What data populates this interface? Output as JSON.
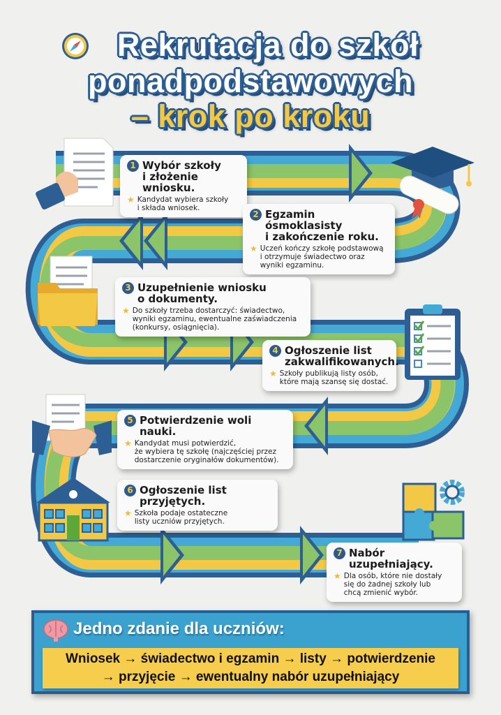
{
  "title": {
    "line1": "Rekrutacja do szkół",
    "line2": "ponadpodstawowych",
    "line3": "– krok po kroku",
    "icon": "compass-icon"
  },
  "colors": {
    "dark_blue": "#2d5f94",
    "light_blue": "#45a9d6",
    "green": "#8cc46a",
    "yellow": "#f3c845",
    "background": "#f0f0ee"
  },
  "steps": [
    {
      "number": "1",
      "title": "Wybór szkoły i złożenie wniosku.",
      "title_lines": [
        "Wybór szkoły",
        "i złożenie wniosku."
      ],
      "desc_lines": [
        "Kandydat wybiera szkoły",
        "i składa wniosek."
      ],
      "icon": "document-hand-icon"
    },
    {
      "number": "2",
      "title_lines": [
        "Egzamin ósmoklasisty",
        "i zakończenie roku."
      ],
      "desc_lines": [
        "Uczeń kończy szkołę podstawową",
        "i otrzymuje świadectwo oraz",
        "wyniki egzaminu."
      ],
      "icon": "graduation-cap-diploma-icon"
    },
    {
      "number": "3",
      "title_lines": [
        "Uzupełnienie wniosku",
        "o dokumenty."
      ],
      "desc_lines": [
        "Do szkoły trzeba dostarczyć: świadectwo,",
        "wyniki egzaminu, ewentualne zaświadczenia",
        "(konkursy, osiągnięcia)."
      ],
      "icon": "folder-icon"
    },
    {
      "number": "4",
      "title_lines": [
        "Ogłoszenie list",
        "zakwalifikowanych."
      ],
      "desc_lines": [
        "Szkoły publikują listy osób,",
        "które mają szansę się dostać."
      ],
      "icon": "checklist-clipboard-icon"
    },
    {
      "number": "5",
      "title_lines": [
        "Potwierdzenie woli nauki."
      ],
      "desc_lines": [
        "Kandydat musi potwierdzić,",
        "że wybiera tę szkołę (najczęściej przez",
        "dostarczenie oryginałów dokumentów)."
      ],
      "icon": "handshake-icon"
    },
    {
      "number": "6",
      "title_lines": [
        "Ogłoszenie list przyjętych."
      ],
      "desc_lines": [
        "Szkoła podaje ostateczne",
        "listy uczniów przyjętych."
      ],
      "icon": "school-building-icon"
    },
    {
      "number": "7",
      "title_lines": [
        "Nabór uzupełniający."
      ],
      "desc_lines": [
        "Dla osób, które nie dostały",
        "się do żadnej szkoły lub",
        "chcą zmienić wybór."
      ],
      "icon": "puzzle-gear-icon"
    }
  ],
  "summary": {
    "icon": "brain-icon",
    "title": "Jedno zdanie dla uczniów:",
    "line1": "Wniosek → świadectwo i egzamin → listy → potwierdzenie",
    "line2": "→ przyjęcie → ewentualny nabór uzupełniający"
  }
}
